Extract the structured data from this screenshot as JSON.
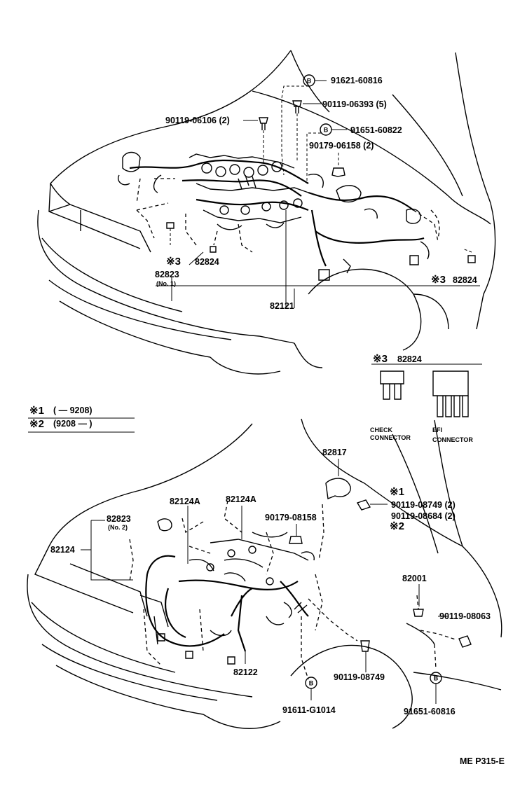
{
  "top": {
    "bolts": {
      "p1": "91621-60816",
      "p2": "90119-06393 (5)",
      "p3": "90119-06106 (2)",
      "p4": "91651-60822",
      "p5": "90179-06158 (2)"
    },
    "note3_left": "82824",
    "p_82823": "82823",
    "p_82823_sub": "(No. 1)",
    "p_82121": "82121",
    "note3_right": "82824"
  },
  "legend": {
    "note3_title": "82824",
    "check_label_1": "CHECK",
    "check_label_2": "CONNECTOR",
    "efi_label_1": "EFI",
    "efi_label_2": "CONNECTOR",
    "note1_range": "( — 9208)",
    "note2_range": "(9208 — )"
  },
  "bottom": {
    "p_82817": "82817",
    "p_82124A_1": "82124A",
    "p_82124A_2": "82124A",
    "p_82823": "82823",
    "p_82823_sub": "(No. 2)",
    "p_82124": "82124",
    "p_90179": "90179-08158",
    "p_90119_08749_2": "90119-08749 (2)",
    "p_90119_08684_2": "90119-08684 (2)",
    "p_82001": "82001",
    "p_90119_08063": "90119-08063",
    "p_90119_08749": "90119-08749",
    "p_82122": "82122",
    "p_91611": "91611-G1014",
    "p_91651_60816": "91651-60816"
  },
  "figure_code": "ME P315-E",
  "marks": {
    "note_1": "※1",
    "note_2": "※2",
    "note_3": "※3",
    "bolt_b": "B"
  }
}
